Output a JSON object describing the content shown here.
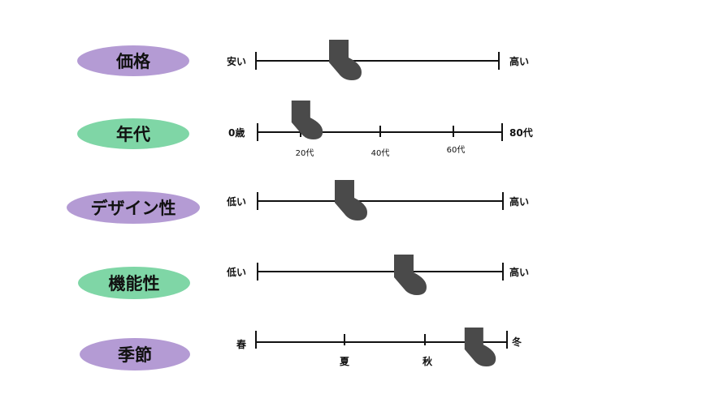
{
  "rows": [
    {
      "label": "価格",
      "color": "#b49bd4",
      "min_label": "安い",
      "max_label": "高い",
      "value": 0.37,
      "ticks": []
    },
    {
      "label": "年代",
      "color": "#7fd6a6",
      "min_label": "0歳",
      "max_label": "80代",
      "value": 0.2,
      "ticks": [
        "20代",
        "40代",
        "60代"
      ]
    },
    {
      "label": "デザイン性",
      "color": "#b49bd4",
      "min_label": "低い",
      "max_label": "高い",
      "value": 0.36,
      "ticks": []
    },
    {
      "label": "機能性",
      "color": "#7fd6a6",
      "min_label": "低い",
      "max_label": "高い",
      "value": 0.6,
      "ticks": []
    },
    {
      "label": "季節",
      "color": "#b49bd4",
      "min_label": "春",
      "max_label": "冬",
      "value": 0.89,
      "ticks": [
        "夏",
        "秋"
      ]
    }
  ],
  "marker_icon": "sock-icon",
  "marker_color": "#4a4a4a"
}
